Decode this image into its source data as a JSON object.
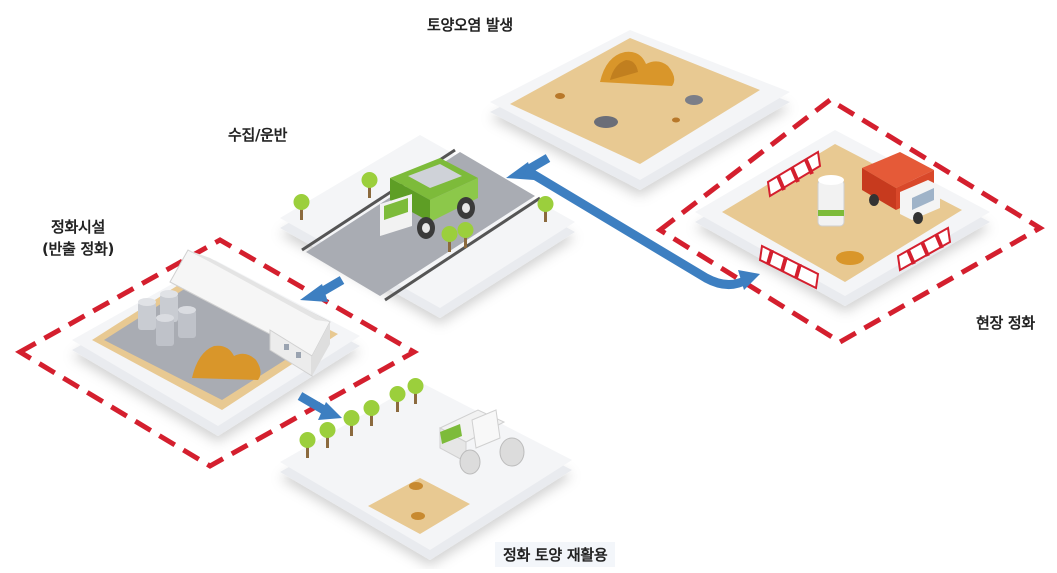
{
  "labels": {
    "pollution": "토양오염 발생",
    "transport": "수집/운반",
    "facility_line1": "정화시설",
    "facility_line2": "(반출 정화)",
    "onsite": "현장 정화",
    "reuse": "정화 토양 재활용"
  },
  "colors": {
    "arrow": "#3d7fc1",
    "dashed_border": "#d41f2e",
    "soil": "#e8c992",
    "pile": "#d9962a",
    "truck_green": "#7dbb3a",
    "truck_red": "#d93a22",
    "tile": "#f1f2f5",
    "road": "#a9acb3"
  }
}
